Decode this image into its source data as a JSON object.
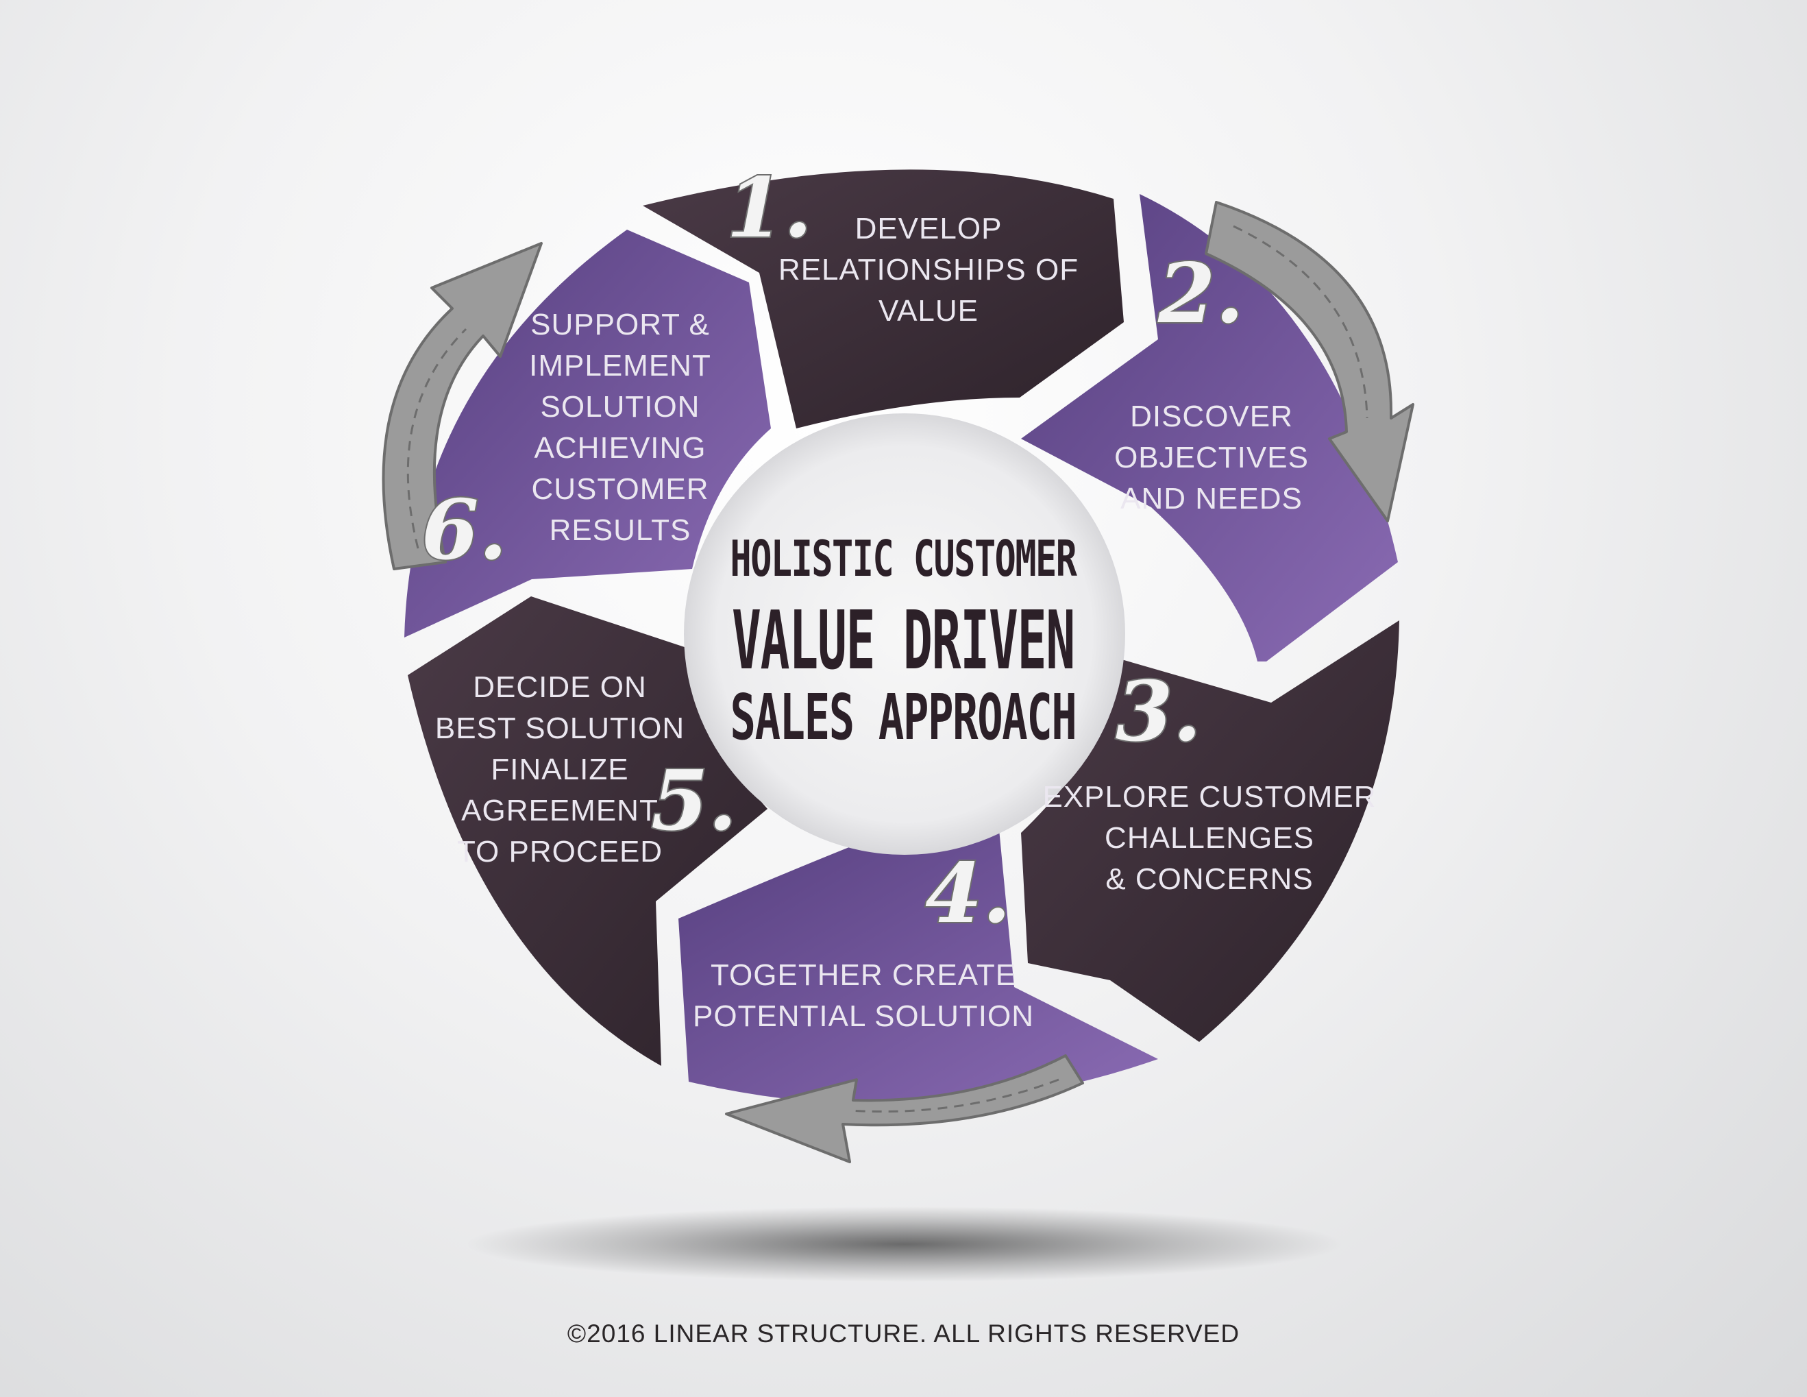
{
  "title": {
    "line1": "HOLISTIC CUSTOMER",
    "line2": "VALUE DRIVEN",
    "line3": "SALES APPROACH"
  },
  "steps": [
    {
      "number": "1.",
      "lines": [
        "DEVELOP",
        "RELATIONSHIPS OF",
        "VALUE"
      ]
    },
    {
      "number": "2.",
      "lines": [
        "DISCOVER",
        "OBJECTIVES",
        "AND NEEDS"
      ]
    },
    {
      "number": "3.",
      "lines": [
        "EXPLORE CUSTOMER",
        "CHALLENGES",
        "& CONCERNS"
      ]
    },
    {
      "number": "4.",
      "lines": [
        "TOGETHER CREATE",
        "POTENTIAL SOLUTION"
      ]
    },
    {
      "number": "5.",
      "lines": [
        "DECIDE ON",
        "BEST SOLUTION",
        "FINALIZE",
        "AGREEMENT",
        "TO PROCEED"
      ]
    },
    {
      "number": "6.",
      "lines": [
        "SUPPORT &",
        "IMPLEMENT",
        "SOLUTION",
        "ACHIEVING",
        "CUSTOMER",
        "RESULTS"
      ]
    }
  ],
  "footer": {
    "copyright": "©2016 LINEAR STRUCTURE. ALL RIGHTS RESERVED"
  },
  "colors": {
    "dark_segment": "#3b2d37",
    "purple_segment": "#6a5090",
    "arrow": "#9b9b9b",
    "center_text": "#2c2028"
  }
}
